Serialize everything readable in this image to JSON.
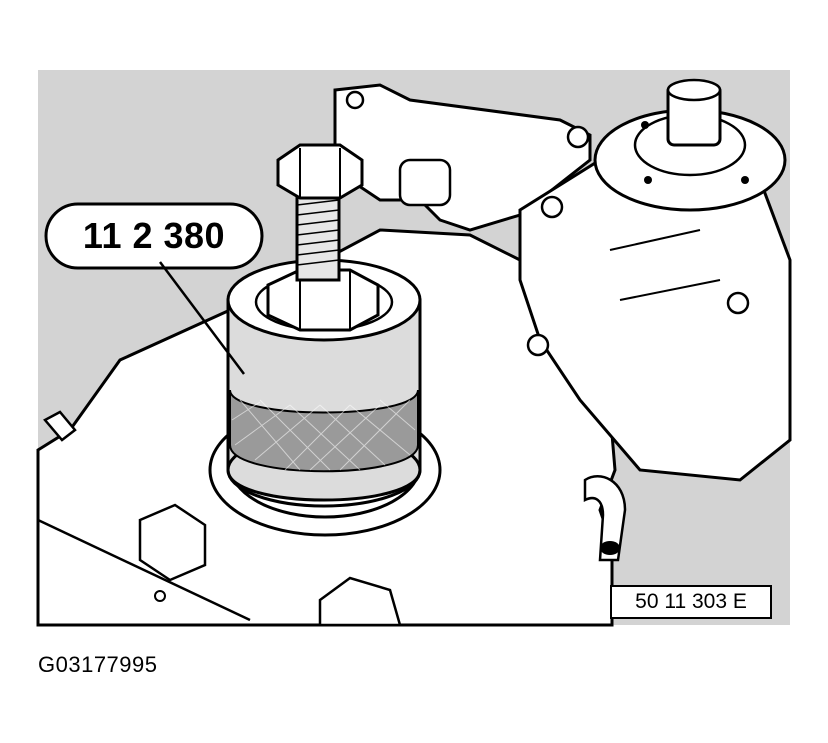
{
  "callout": {
    "label": "11 2 380"
  },
  "reference": {
    "label": "50 11 303 E"
  },
  "footer": {
    "image_id": "G03177995"
  },
  "colors": {
    "background": "#ffffff",
    "line": "#000000",
    "shade": "#cfcfcf"
  }
}
